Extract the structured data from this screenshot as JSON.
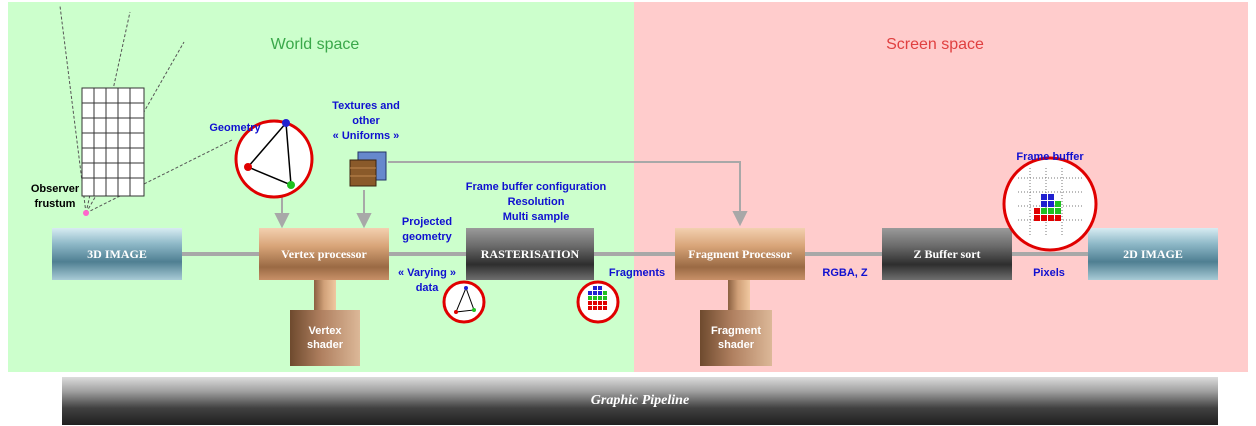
{
  "regions": {
    "world": {
      "label": "World space",
      "color": "#ccffcc"
    },
    "screen": {
      "label": "Screen space",
      "color": "#ffcccc"
    }
  },
  "stages": {
    "image3d": "3D IMAGE",
    "vertex": "Vertex processor",
    "raster": "RASTERISATION",
    "fragment": "Fragment Processor",
    "zbuffer": "Z Buffer sort",
    "image2d": "2D IMAGE"
  },
  "shaders": {
    "vertex_line1": "Vertex",
    "vertex_line2": "shader",
    "fragment_line1": "Fragment",
    "fragment_line2": "shader"
  },
  "labels": {
    "observer_line1": "Observer",
    "observer_line2": "frustum",
    "geometry": "Geometry",
    "textures_line1": "Textures and",
    "textures_line2": "other",
    "textures_line3": "« Uniforms »",
    "fb_config_line1": "Frame buffer configuration",
    "fb_config_line2": "Resolution",
    "fb_config_line3": "Multi sample",
    "projected_line1": "Projected",
    "projected_line2": "geometry",
    "varying_line1": "« Varying »",
    "varying_line2": "data",
    "fragments": "Fragments",
    "rgbaz": "RGBA, Z",
    "pixels": "Pixels",
    "frame_buffer": "Frame buffer"
  },
  "pipeline": {
    "label": "Graphic Pipeline"
  },
  "colors": {
    "text_blue": "#1010d0",
    "highlight_red": "#e00000",
    "connector_gray": "#a8a8a8"
  }
}
